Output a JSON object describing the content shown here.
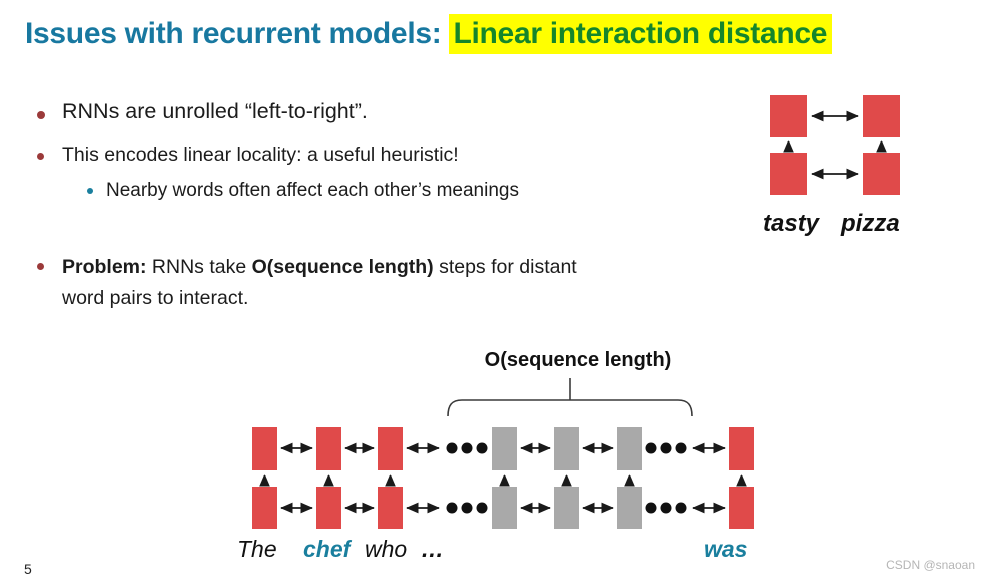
{
  "title": {
    "prefix": "Issues with recurrent models: ",
    "highlight": "Linear interaction distance"
  },
  "bullets": {
    "b1": "RNNs are unrolled “left-to-right”.",
    "b2": "This encodes linear locality: a useful heuristic!",
    "b2_sub": "Nearby words often affect each other’s meanings",
    "b3": {
      "bold1": "Problem:",
      "text1": " RNNs take ",
      "bold2": "O(sequence length)",
      "text2": " steps for distant word pairs to interact."
    }
  },
  "top_diagram": {
    "word_left": "tasty",
    "word_right": "pizza"
  },
  "bottom_diagram": {
    "brace_label": "O(sequence length)",
    "word_the": "The",
    "word_chef": "chef",
    "word_who": "who",
    "ellipsis": "…",
    "word_was": "was"
  },
  "footer": {
    "page_number": "5",
    "watermark": "CSDN @snaoan"
  },
  "colors": {
    "title_teal": "#1878a0",
    "highlight_green": "#15862b",
    "highlight_yellow": "#ffff00",
    "bullet_maroon": "#9b3a3a",
    "accent_teal": "#1a7f9e",
    "cell_red": "#e04a4a",
    "cell_gray": "#a9a9a9",
    "arrow_black": "#1a1a1a"
  }
}
